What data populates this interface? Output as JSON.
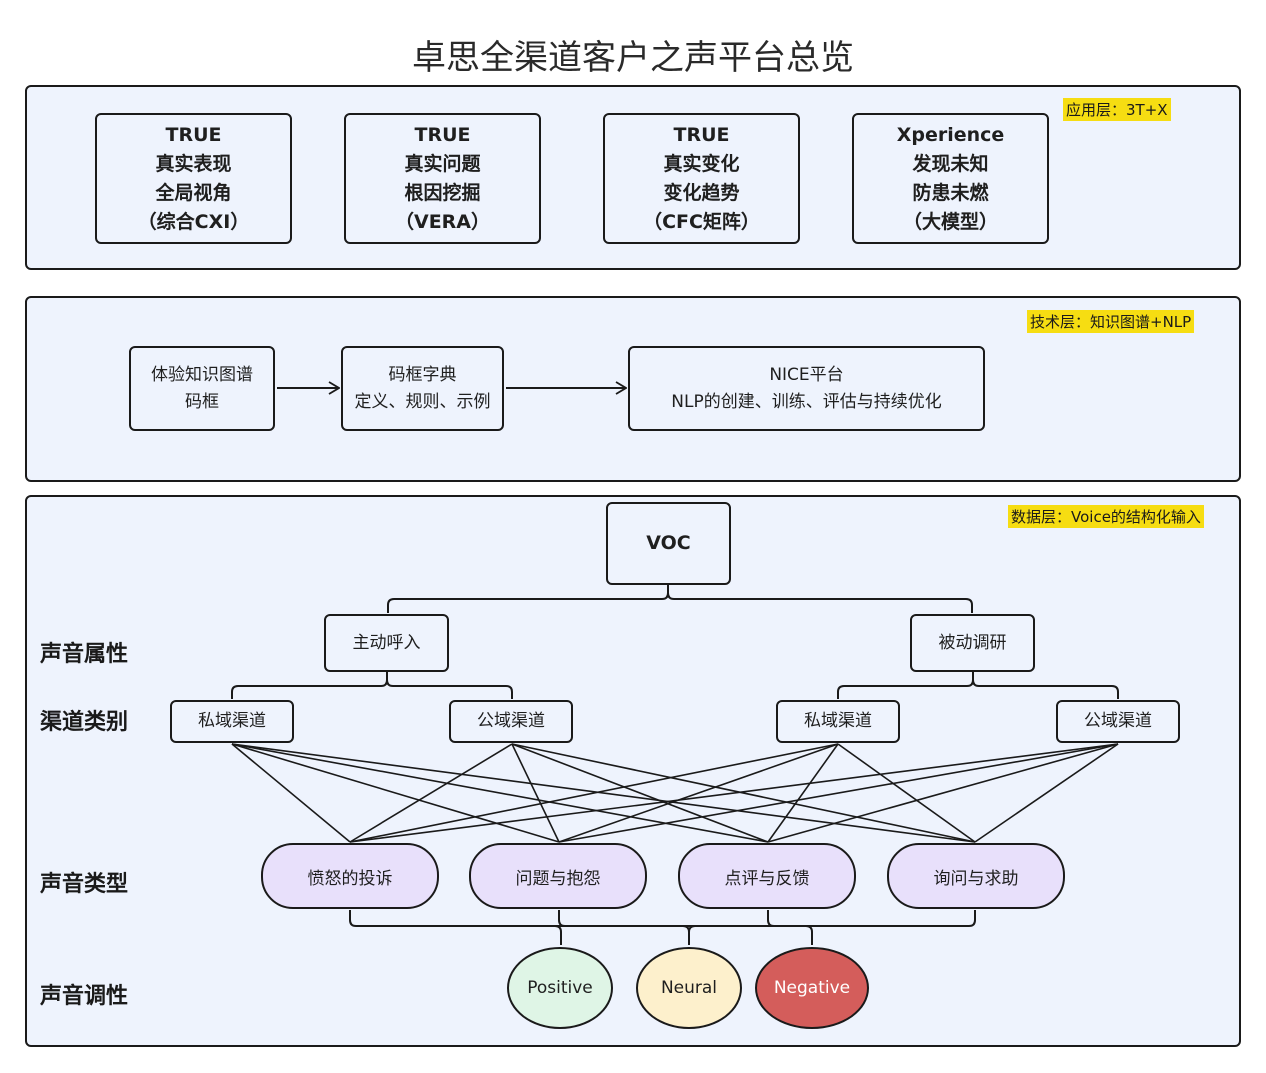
{
  "title": "卓思全渠道客户之声平台总览",
  "application_layer": {
    "tag": "应用层：3T+X",
    "cards": [
      {
        "lines": [
          "TRUE",
          "真实表现",
          "全局视角",
          "（综合CXI）"
        ]
      },
      {
        "lines": [
          "TRUE",
          "真实问题",
          "根因挖掘",
          "（VERA）"
        ]
      },
      {
        "lines": [
          "TRUE",
          "真实变化",
          "变化趋势",
          "（CFC矩阵）"
        ]
      },
      {
        "lines": [
          "Xperience",
          "发现未知",
          "防患未燃",
          "（大模型）"
        ]
      }
    ]
  },
  "technology_layer": {
    "tag": "技术层：知识图谱+NLP",
    "steps": [
      {
        "lines": [
          "体验知识图谱",
          "码框"
        ]
      },
      {
        "lines": [
          "码框字典",
          "定义、规则、示例"
        ]
      },
      {
        "lines": [
          "NICE平台",
          "NLP的创建、训练、评估与持续优化"
        ]
      }
    ]
  },
  "data_layer": {
    "tag": "数据层：Voice的结构化输入",
    "root": "VOC",
    "row_labels": {
      "attribute": "声音属性",
      "channel": "渠道类别",
      "type": "声音类型",
      "tone": "声音调性"
    },
    "attributes": [
      "主动呼入",
      "被动调研"
    ],
    "channels": [
      "私域渠道",
      "公域渠道",
      "私域渠道",
      "公域渠道"
    ],
    "voice_types": [
      "愤怒的投诉",
      "问题与抱怨",
      "点评与反馈",
      "询问与求助"
    ],
    "tones": [
      {
        "label": "Positive",
        "color": "#dff5e6",
        "text_color": "#1f1f1f"
      },
      {
        "label": "Neural",
        "color": "#fdf0cc",
        "text_color": "#1f1f1f"
      },
      {
        "label": "Negative",
        "color": "#d45d5b",
        "text_color": "#ffffff"
      }
    ]
  }
}
